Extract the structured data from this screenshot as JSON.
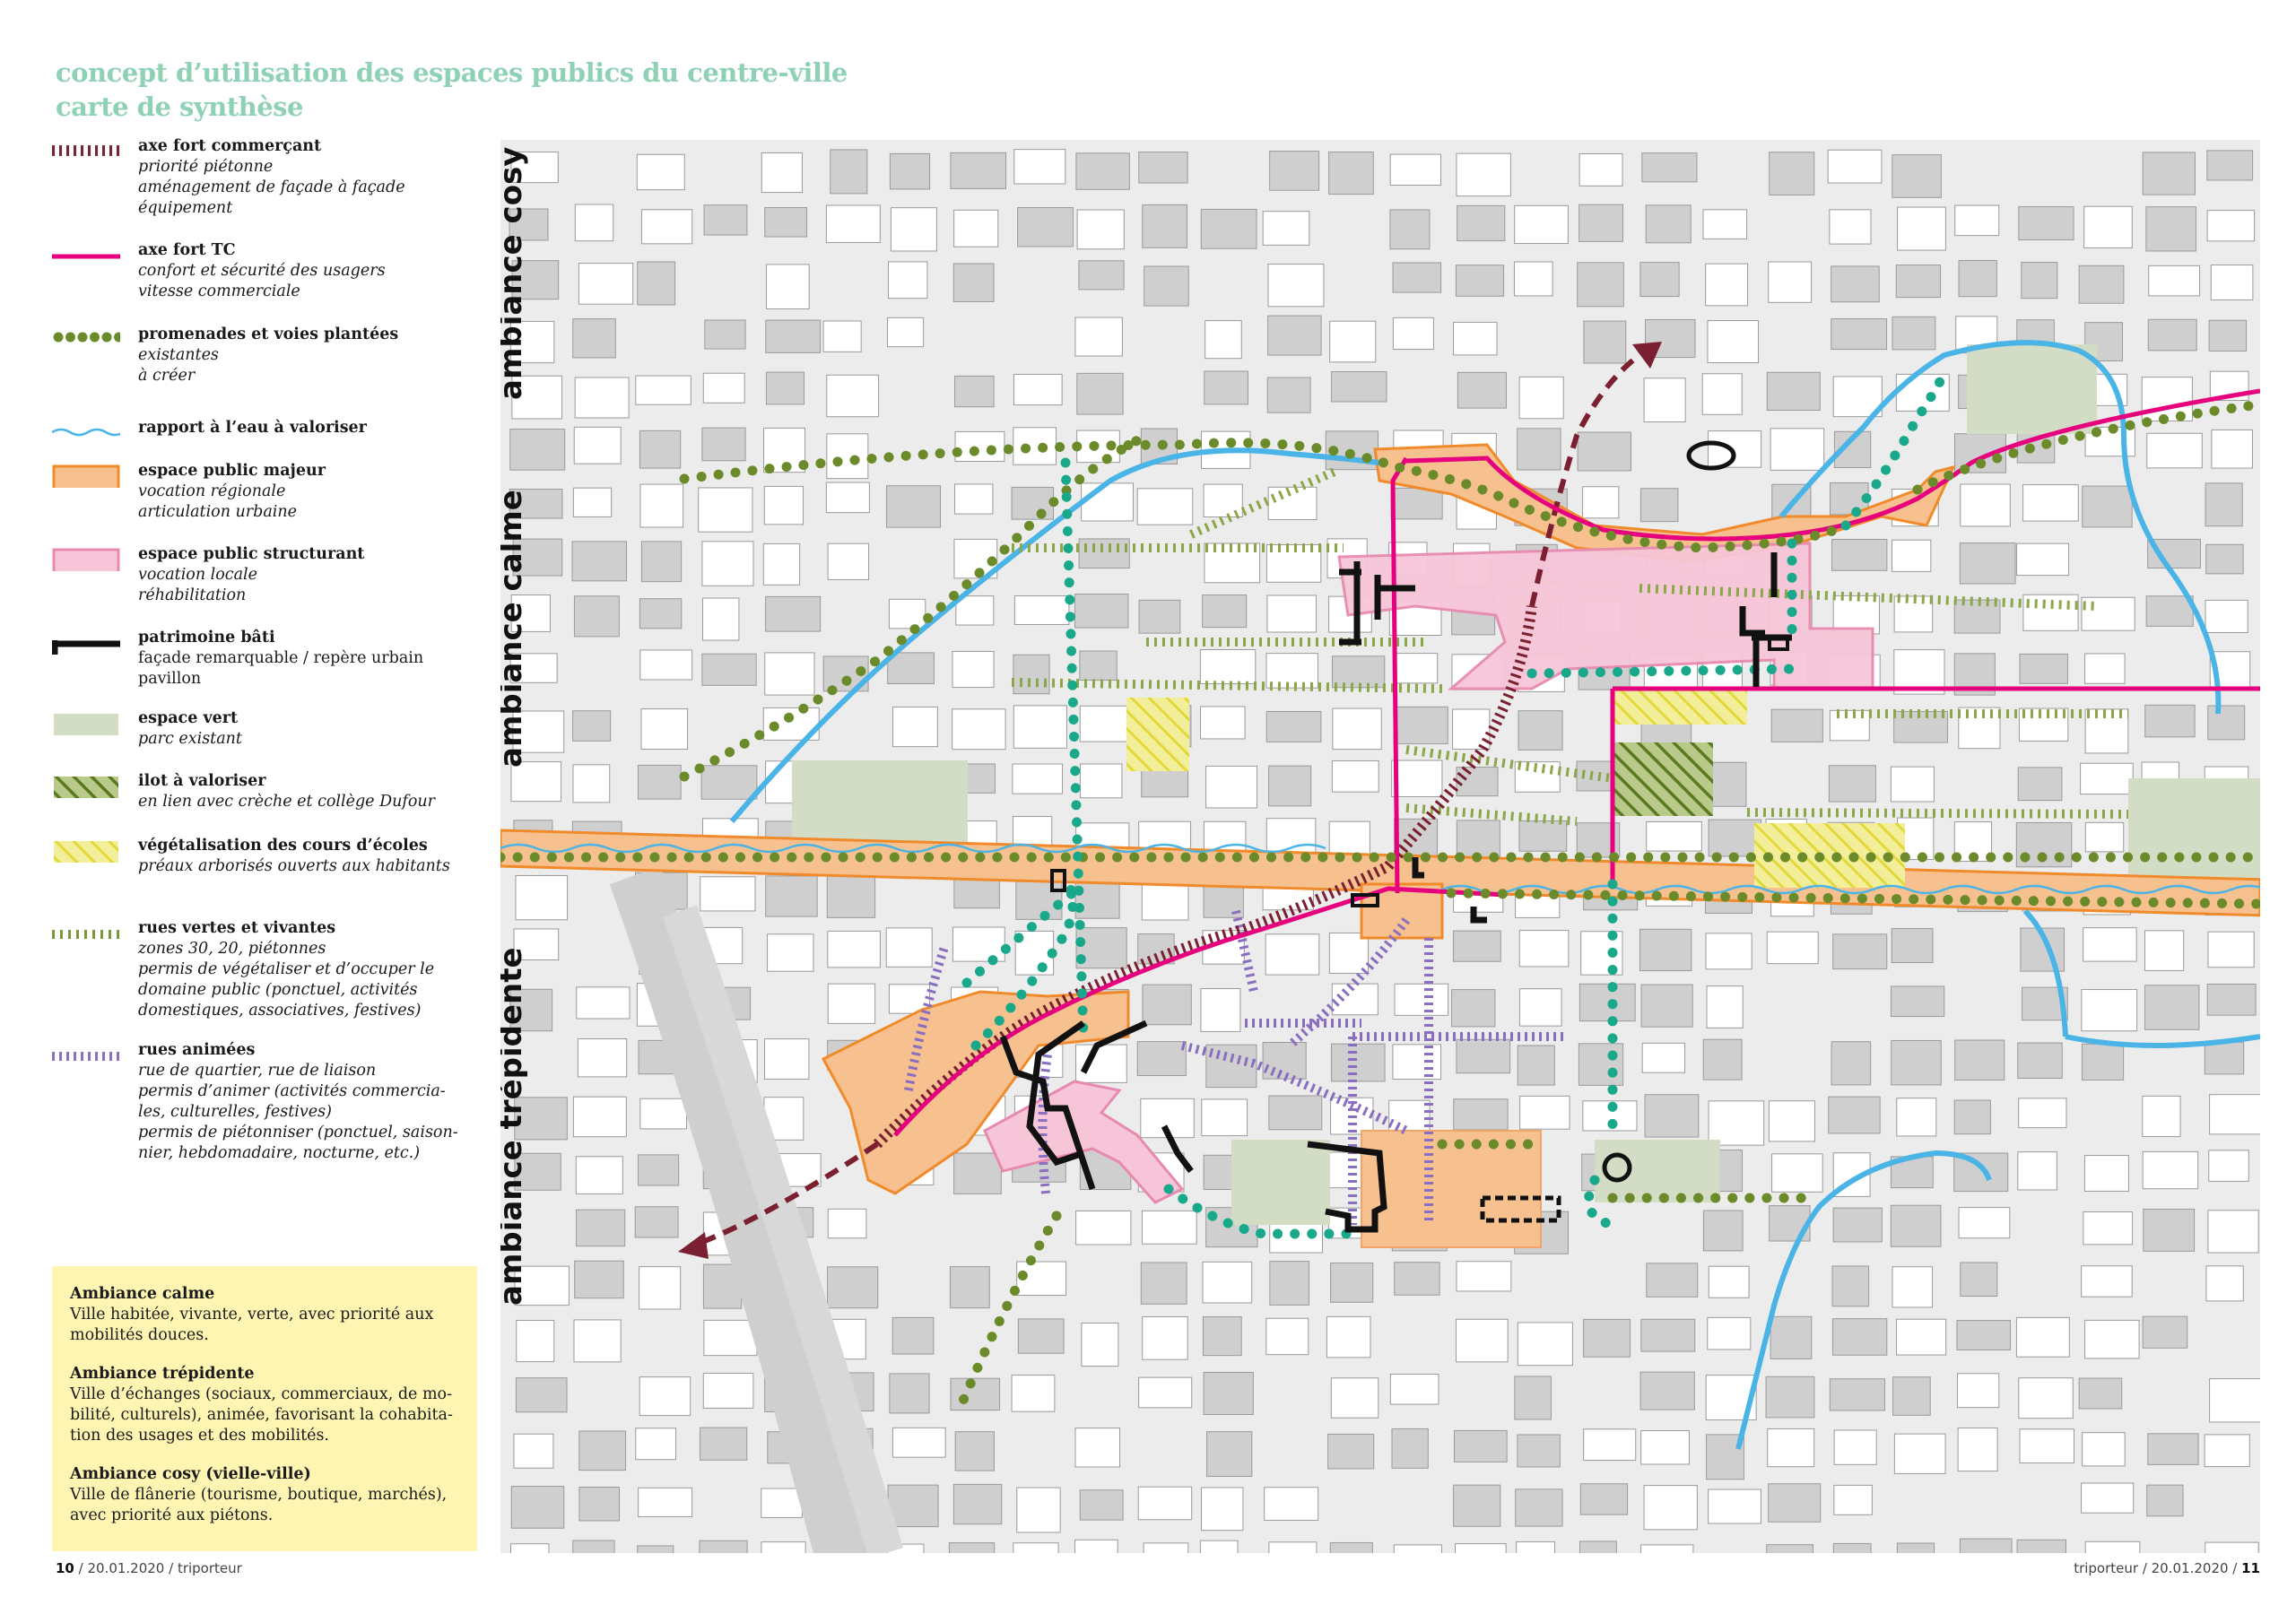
{
  "title": {
    "line1": "concept d’utilisation des espaces publics du centre-ville",
    "line2": "carte de synthèse"
  },
  "legend": [
    {
      "key": "axe_commercant",
      "symbol": "maroon-dashed",
      "head": "axe fort commerçant",
      "lines": [
        "priorité piétonne",
        "aménagement de façade à façade",
        "équipement"
      ],
      "color": "#7a2030"
    },
    {
      "key": "axe_tc",
      "symbol": "magenta-line",
      "head": "axe fort TC",
      "lines": [
        "confort et sécurité des usagers",
        "vitesse commerciale"
      ],
      "color": "#e6007e"
    },
    {
      "key": "promenades",
      "symbol": "dots-two-rows",
      "head": "promenades et voies plantées",
      "lines": [
        "existantes",
        "à créer"
      ],
      "color": "#6b8a2a",
      "color2": "#1aa88a"
    },
    {
      "key": "eau",
      "symbol": "wave-line",
      "head": "rapport à l’eau à valoriser",
      "lines": [],
      "color": "#4ab4e6"
    },
    {
      "key": "majeur",
      "symbol": "orange-rect",
      "head": "espace public majeur",
      "lines": [
        "vocation régionale",
        "articulation urbaine"
      ],
      "color": "#f7c08f"
    },
    {
      "key": "structurant",
      "symbol": "pink-rect",
      "head": "espace public structurant",
      "lines": [
        "vocation locale",
        "réhabilitation"
      ],
      "color": "#f6c6d8"
    },
    {
      "key": "patrimoine",
      "symbol": "black-marks",
      "head": "patrimoine bâti",
      "lines": [
        "façade remarquable / repère urbain",
        "pavillon"
      ],
      "upright": true,
      "color": "#111111"
    },
    {
      "key": "vert",
      "symbol": "green-rect",
      "head": "espace vert",
      "lines": [
        "parc existant"
      ],
      "color": "#d3dcc4"
    },
    {
      "key": "ilot",
      "symbol": "green-hatch",
      "head": "ilot à valoriser",
      "lines": [
        "en lien avec crèche et collège Dufour"
      ],
      "color": "#6b8a2a"
    },
    {
      "key": "ecoles",
      "symbol": "yellow-hatch",
      "head": "végétalisation des cours d’écoles",
      "lines": [
        "préaux arborisés ouverts aux habitants"
      ],
      "color": "#e8e04a"
    },
    {
      "key": "rues_vertes",
      "symbol": "green-dashed",
      "head": "rues vertes et vivantes",
      "lines": [
        "zones 30, 20, piétonnes",
        "permis de végétaliser et d’occuper le",
        "domaine public (ponctuel, activités",
        "domestiques, associatives, festives)"
      ],
      "color": "#7a9a3a"
    },
    {
      "key": "rues_animees",
      "symbol": "purple-dashed",
      "head": "rues animées",
      "lines": [
        "rue de quartier, rue de liaison",
        "permis d’animer (activités commercia-",
        "les, culturelles, festives)",
        "permis de piétonniser (ponctuel, saison-",
        "nier, hebdomadaire, nocturne, etc.)"
      ],
      "color": "#8a6fc0"
    }
  ],
  "ambiances": [
    {
      "head": "Ambiance calme",
      "text": [
        "Ville habitée, vivante, verte, avec priorité aux",
        "mobilités douces."
      ]
    },
    {
      "head": "Ambiance trépidente",
      "text": [
        "Ville d’échanges (sociaux, commerciaux, de mo-",
        "bilité, culturels), animée, favorisant la cohabita-",
        "tion des usages et des mobilités."
      ]
    },
    {
      "head": "Ambiance cosy  (vielle-ville)",
      "text": [
        "Ville de flânerie (tourisme, boutique, marchés),",
        "avec priorité aux piétons."
      ]
    }
  ],
  "map_labels": {
    "cosy": "ambiance cosy",
    "calme": "ambiance calme",
    "trepidente": "ambiance trépidente"
  },
  "footer": {
    "left_page": "10",
    "left_rest": " / 20.01.2020 / triporteur",
    "right_rest": "triporteur / 20.01.2020 / ",
    "right_page": "11"
  },
  "colors": {
    "title": "#8fd1b4",
    "orange_fill": "#f7c08f",
    "orange_stroke": "#f08a2a",
    "pink_fill": "#f6c6d8",
    "pink_stroke": "#e88ab0",
    "magenta": "#e6007e",
    "maroon": "#7a2030",
    "water": "#4ab4e6",
    "green_dots": "#6b8a2a",
    "teal_dots": "#1aa88a",
    "purple": "#8a6fc0",
    "park": "#d3dcc4",
    "yellow_box": "#fff5b3"
  }
}
